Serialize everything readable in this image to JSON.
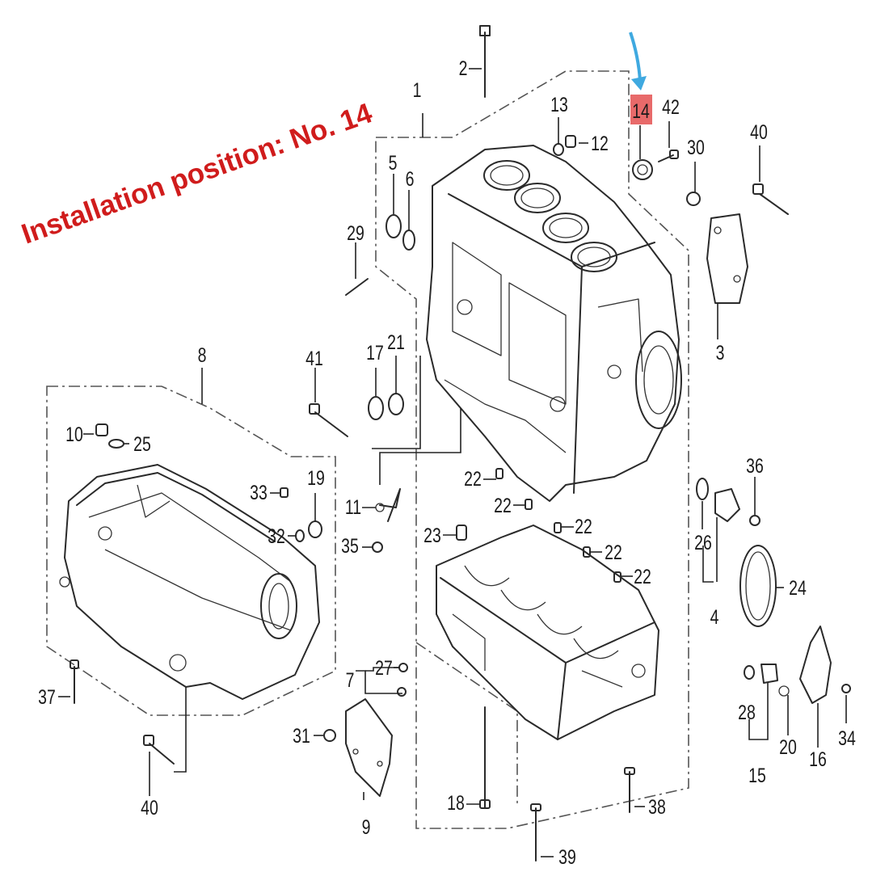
{
  "title": "Installation position: No. 14",
  "colors": {
    "title": "#d01c1c",
    "highlight": "#e86a6a",
    "arrow": "#3fa9e0",
    "line": "#2a2a2a"
  },
  "highlighted_part": "14",
  "callouts": [
    {
      "id": "c1",
      "label": "1"
    },
    {
      "id": "c2",
      "label": "2"
    },
    {
      "id": "c3",
      "label": "3"
    },
    {
      "id": "c4",
      "label": "4"
    },
    {
      "id": "c5",
      "label": "5"
    },
    {
      "id": "c6",
      "label": "6"
    },
    {
      "id": "c7",
      "label": "7"
    },
    {
      "id": "c8",
      "label": "8"
    },
    {
      "id": "c9",
      "label": "9"
    },
    {
      "id": "c10",
      "label": "10"
    },
    {
      "id": "c11",
      "label": "11"
    },
    {
      "id": "c12",
      "label": "12"
    },
    {
      "id": "c13",
      "label": "13"
    },
    {
      "id": "c14",
      "label": "14"
    },
    {
      "id": "c15",
      "label": "15"
    },
    {
      "id": "c16",
      "label": "16"
    },
    {
      "id": "c17",
      "label": "17"
    },
    {
      "id": "c18",
      "label": "18"
    },
    {
      "id": "c19",
      "label": "19"
    },
    {
      "id": "c20",
      "label": "20"
    },
    {
      "id": "c21",
      "label": "21"
    },
    {
      "id": "c22a",
      "label": "22"
    },
    {
      "id": "c22b",
      "label": "22"
    },
    {
      "id": "c22c",
      "label": "22"
    },
    {
      "id": "c22d",
      "label": "22"
    },
    {
      "id": "c22e",
      "label": "22"
    },
    {
      "id": "c23",
      "label": "23"
    },
    {
      "id": "c24",
      "label": "24"
    },
    {
      "id": "c25",
      "label": "25"
    },
    {
      "id": "c26",
      "label": "26"
    },
    {
      "id": "c27",
      "label": "27"
    },
    {
      "id": "c28",
      "label": "28"
    },
    {
      "id": "c29",
      "label": "29"
    },
    {
      "id": "c30",
      "label": "30"
    },
    {
      "id": "c31",
      "label": "31"
    },
    {
      "id": "c32",
      "label": "32"
    },
    {
      "id": "c33",
      "label": "33"
    },
    {
      "id": "c34",
      "label": "34"
    },
    {
      "id": "c35",
      "label": "35"
    },
    {
      "id": "c36",
      "label": "36"
    },
    {
      "id": "c37",
      "label": "37"
    },
    {
      "id": "c38",
      "label": "38"
    },
    {
      "id": "c39",
      "label": "39"
    },
    {
      "id": "c40a",
      "label": "40"
    },
    {
      "id": "c40b",
      "label": "40"
    },
    {
      "id": "c41",
      "label": "41"
    },
    {
      "id": "c42",
      "label": "42"
    }
  ]
}
